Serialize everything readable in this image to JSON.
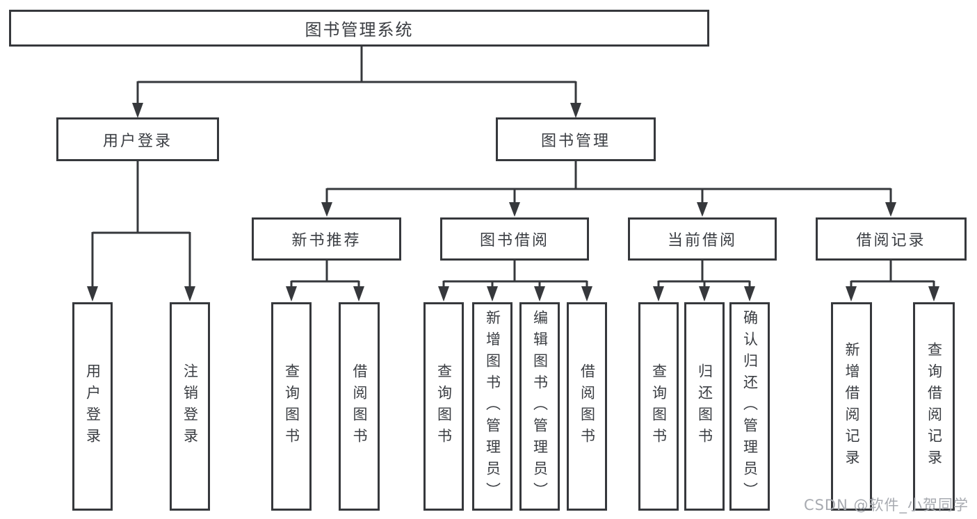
{
  "diagram": {
    "root": {
      "label": "图书管理系统"
    },
    "branches": [
      {
        "label": "用户登录",
        "children": [
          {
            "label": "用户登录"
          },
          {
            "label": "注销登录"
          }
        ]
      },
      {
        "label": "图书管理",
        "sections": [
          {
            "label": "新书推荐",
            "children": [
              {
                "label": "查询图书"
              },
              {
                "label": "借阅图书"
              }
            ]
          },
          {
            "label": "图书借阅",
            "children": [
              {
                "label": "查询图书"
              },
              {
                "label": "新增图书（管理员）"
              },
              {
                "label": "编辑图书（管理员）"
              },
              {
                "label": "借阅图书"
              }
            ]
          },
          {
            "label": "当前借阅",
            "children": [
              {
                "label": "查询图书"
              },
              {
                "label": "归还图书"
              },
              {
                "label": "确认归还（管理员）"
              }
            ]
          },
          {
            "label": "借阅记录",
            "children": [
              {
                "label": "新增借阅记录"
              },
              {
                "label": "查询借阅记录"
              }
            ]
          }
        ]
      }
    ]
  },
  "watermark": {
    "label": "CSDN @软件_小贺同学"
  },
  "colors": {
    "line": "#36383c",
    "text": "#3a3d42",
    "watermark": "#a7aab0",
    "background": "#ffffff"
  }
}
